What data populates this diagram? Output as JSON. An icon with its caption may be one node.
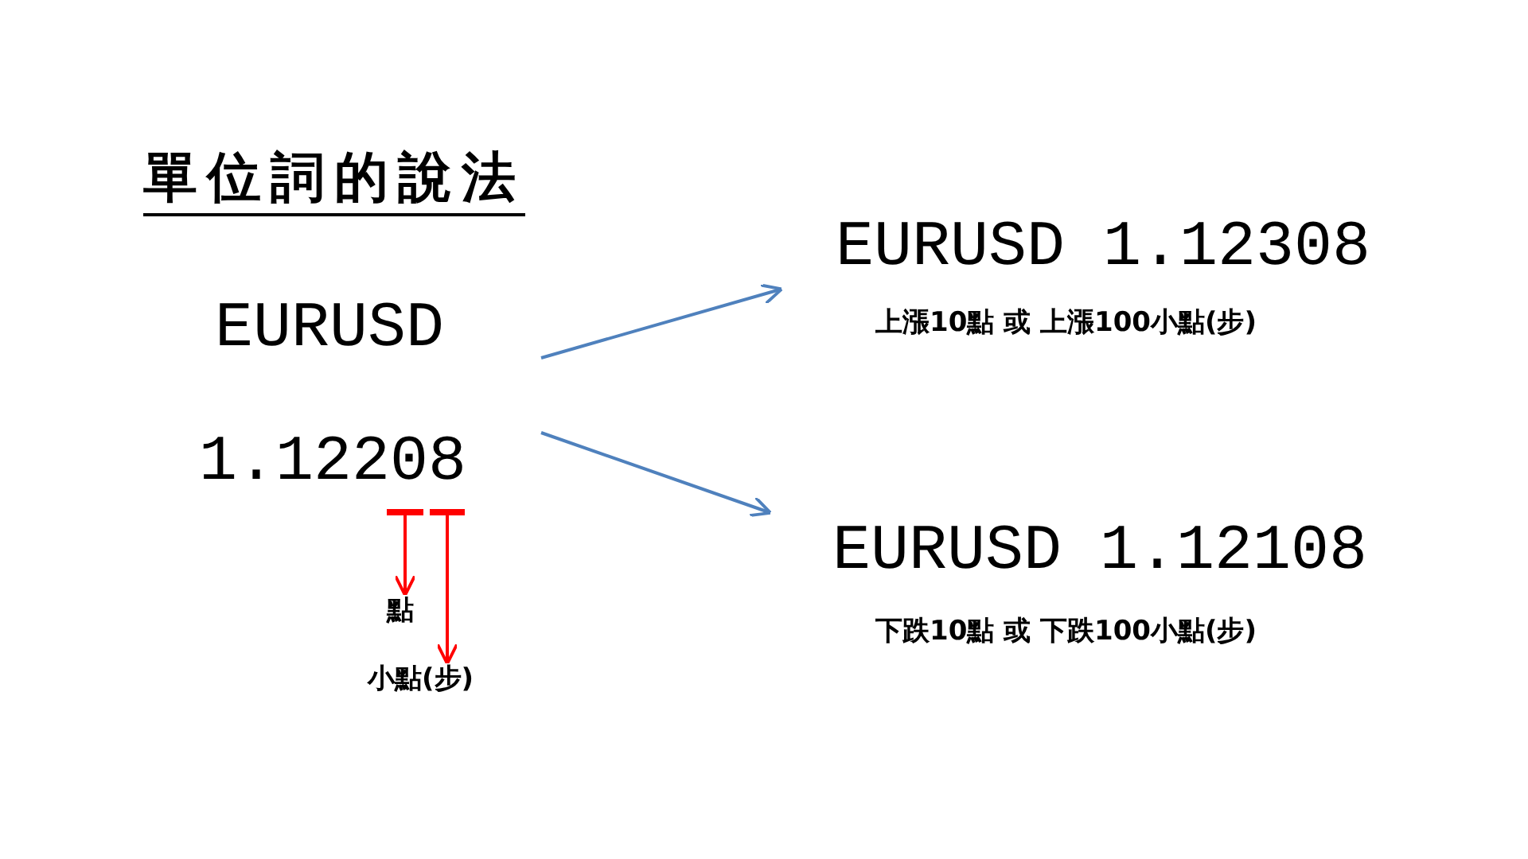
{
  "diagram": {
    "title": "單位詞的說法",
    "nodes": [
      {
        "text": [
          "EURUSD",
          "1.12208"
        ]
      },
      {
        "text": [
          "EURUSD 1.12308",
          "上漲10點 或 上漲100小點(步)"
        ]
      },
      {
        "text": [
          "EURUSD 1.12108",
          "下跌10點 或 下跌100小點(步)"
        ]
      },
      {
        "text": [],
        "shape": "bar",
        "in": 0
      },
      {
        "text": [],
        "shape": "bar",
        "in": 0
      },
      {
        "text": [
          "點"
        ]
      },
      {
        "text": [
          "小點(步)"
        ]
      }
    ],
    "edges": [
      {
        "from": 0,
        "to": 1,
        "arrow": "to"
      },
      {
        "from": 0,
        "to": 2,
        "arrow": "to"
      },
      {
        "from": 3,
        "to": 5,
        "arrow": "to",
        "color": "#ff0000"
      },
      {
        "from": 4,
        "to": 6,
        "arrow": "to",
        "color": "#ff0000"
      }
    ]
  }
}
